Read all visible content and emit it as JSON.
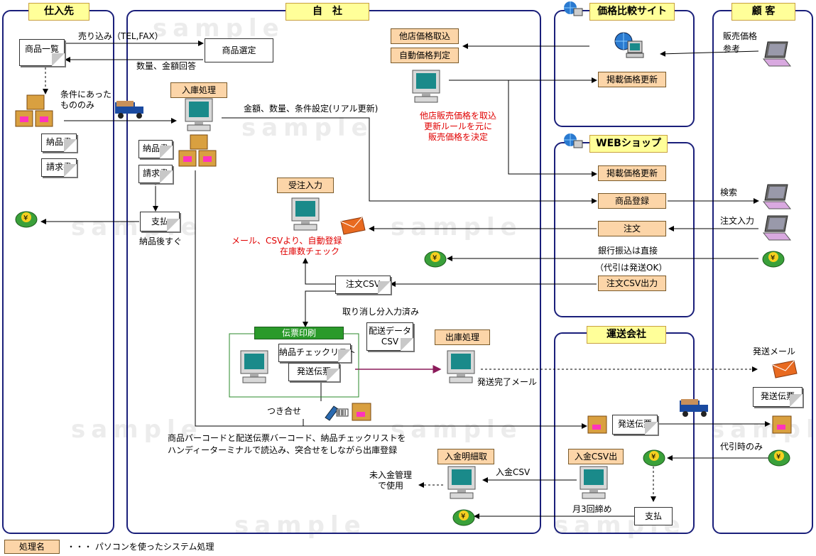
{
  "watermark": "sample",
  "lanes": {
    "supplier": "仕入先",
    "company": "自　社",
    "price_site": "価格比較サイト",
    "customer": "顧 客",
    "webshop": "WEBショップ",
    "shipping": "運送会社"
  },
  "supplier": {
    "product_list": "商品一覧",
    "sell_pitch": "売り込み（TEL,FAX）",
    "qty_reply": "数量、金額回答",
    "conditions": [
      "条件にあった",
      "もののみ"
    ],
    "delivery_note": "納品書",
    "invoice": "請求書"
  },
  "company": {
    "product_select": "商品選定",
    "receiving": "入庫処理",
    "condition_set": "金額、数量、条件設定(リアル更新)",
    "delivery_note": "納品書",
    "invoice": "請求書",
    "payment": "支払",
    "after_delivery": "納品後すぐ",
    "other_price": "他店価格取込",
    "auto_price": "自動価格判定",
    "price_note": [
      "他店販売価格を取込",
      "更新ルールを元に",
      "販売価格を決定"
    ],
    "order_entry": "受注入力",
    "order_note": [
      "メール、CSVより、自動登録",
      "在庫数チェック"
    ],
    "order_csv": "注文CSV",
    "cancel_done": "取り消し分入力済み",
    "slip_print": "伝票印刷",
    "checklist": "納品チェックリスト",
    "ship_slip": "発送伝票",
    "delivery_csv": [
      "配送データ",
      "CSV"
    ],
    "shipping_proc": "出庫処理",
    "ship_done_mail": "発送完了メール",
    "match": "つき合せ",
    "barcode_note": [
      "商品バーコードと配送伝票バーコード、納品チェックリストを",
      "ハンディーターミナルで読込み、突合せをしながら出庫登録"
    ],
    "deposit_detail": "入金明細取",
    "deposit_csv": "入金CSV",
    "unpaid_mgmt": [
      "未入金管理",
      "で使用"
    ]
  },
  "price_site": {
    "update": "掲載価格更新"
  },
  "webshop": {
    "update": "掲載価格更新",
    "product_reg": "商品登録",
    "order": "注文",
    "order_csv_out": "注文CSV出力",
    "bank_direct": "銀行振込は直接",
    "cod_ok": "（代引は発送OK）"
  },
  "customer": {
    "price_ref": [
      "販売価格",
      "参考"
    ],
    "search": "検索",
    "order_input": "注文入力",
    "ship_mail": "発送メール",
    "ship_slip": "発送伝票",
    "cod_only": "代引時のみ"
  },
  "shipping": {
    "ship_slip": "発送伝票",
    "deposit_csv_out": "入金CSV出",
    "monthly": "月3回締め",
    "payment": "支払"
  },
  "legend": {
    "label": "処理名",
    "desc": "・・・ パソコンを使ったシステム処理"
  }
}
